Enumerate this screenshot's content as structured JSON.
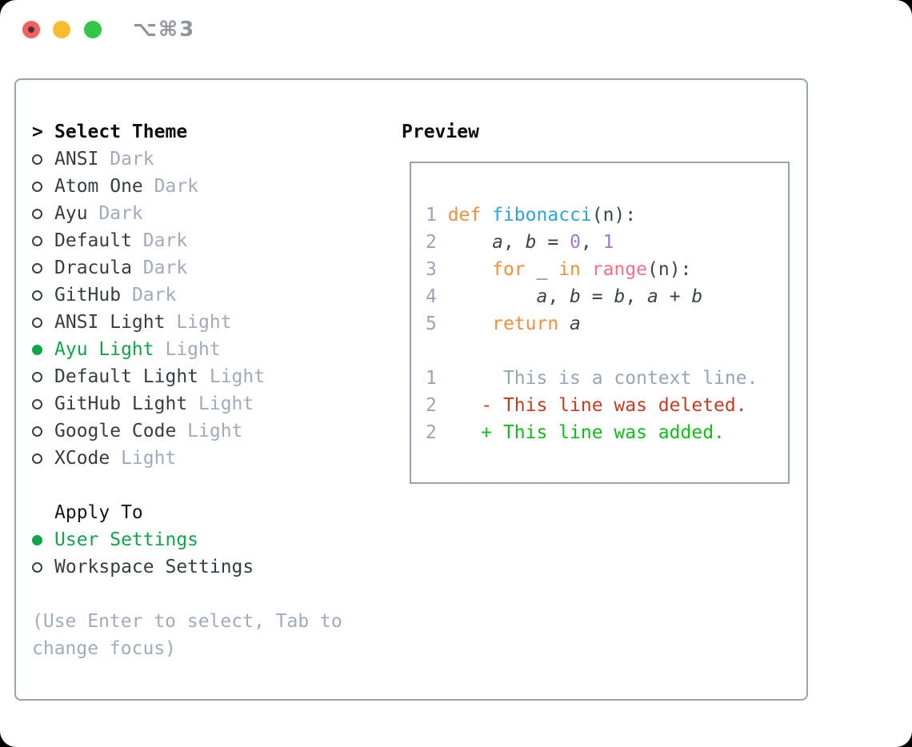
{
  "window": {
    "title": "⌥⌘3",
    "traffic_lights": [
      "close",
      "minimize",
      "zoom"
    ]
  },
  "left_panel": {
    "header": {
      "cursor": ">",
      "label": "Select Theme"
    },
    "themes": [
      {
        "name": "ANSI",
        "tag": "Dark",
        "selected": false
      },
      {
        "name": "Atom One",
        "tag": "Dark",
        "selected": false
      },
      {
        "name": "Ayu",
        "tag": "Dark",
        "selected": false
      },
      {
        "name": "Default",
        "tag": "Dark",
        "selected": false
      },
      {
        "name": "Dracula",
        "tag": "Dark",
        "selected": false
      },
      {
        "name": "GitHub",
        "tag": "Dark",
        "selected": false
      },
      {
        "name": "ANSI Light",
        "tag": "Light",
        "selected": false
      },
      {
        "name": "Ayu Light",
        "tag": "Light",
        "selected": true
      },
      {
        "name": "Default Light",
        "tag": "Light",
        "selected": false
      },
      {
        "name": "GitHub Light",
        "tag": "Light",
        "selected": false
      },
      {
        "name": "Google Code",
        "tag": "Light",
        "selected": false
      },
      {
        "name": "XCode",
        "tag": "Light",
        "selected": false
      }
    ],
    "apply_to": {
      "header": "Apply To",
      "options": [
        {
          "label": "User Settings",
          "selected": true
        },
        {
          "label": "Workspace Settings",
          "selected": false
        }
      ]
    },
    "help_text": "(Use Enter to select, Tab to change focus)"
  },
  "preview": {
    "header": "Preview",
    "code_lines": [
      {
        "num": "1",
        "tokens": [
          {
            "t": "def",
            "c": "kw"
          },
          {
            "t": " ",
            "c": "txt"
          },
          {
            "t": "fibonacci",
            "c": "fn"
          },
          {
            "t": "(n):",
            "c": "txt"
          }
        ]
      },
      {
        "num": "2",
        "tokens": [
          {
            "t": "    ",
            "c": "txt"
          },
          {
            "t": "a",
            "c": "var"
          },
          {
            "t": ", ",
            "c": "txt"
          },
          {
            "t": "b",
            "c": "var"
          },
          {
            "t": " = ",
            "c": "txt"
          },
          {
            "t": "0",
            "c": "num"
          },
          {
            "t": ", ",
            "c": "txt"
          },
          {
            "t": "1",
            "c": "num"
          }
        ]
      },
      {
        "num": "3",
        "tokens": [
          {
            "t": "    ",
            "c": "txt"
          },
          {
            "t": "for",
            "c": "kw"
          },
          {
            "t": " _ ",
            "c": "txt"
          },
          {
            "t": "in",
            "c": "kw"
          },
          {
            "t": " ",
            "c": "txt"
          },
          {
            "t": "range",
            "c": "builtin"
          },
          {
            "t": "(n):",
            "c": "txt"
          }
        ]
      },
      {
        "num": "4",
        "tokens": [
          {
            "t": "        ",
            "c": "txt"
          },
          {
            "t": "a",
            "c": "var"
          },
          {
            "t": ", ",
            "c": "txt"
          },
          {
            "t": "b",
            "c": "var"
          },
          {
            "t": " = ",
            "c": "txt"
          },
          {
            "t": "b",
            "c": "var"
          },
          {
            "t": ", ",
            "c": "txt"
          },
          {
            "t": "a",
            "c": "var"
          },
          {
            "t": " + ",
            "c": "txt"
          },
          {
            "t": "b",
            "c": "var"
          }
        ]
      },
      {
        "num": "5",
        "tokens": [
          {
            "t": "    ",
            "c": "txt"
          },
          {
            "t": "return",
            "c": "kw"
          },
          {
            "t": " ",
            "c": "txt"
          },
          {
            "t": "a",
            "c": "var"
          }
        ]
      },
      {
        "num": "",
        "tokens": []
      },
      {
        "num": "1",
        "tokens": [
          {
            "t": "     This is a context line.",
            "c": "ctx"
          }
        ]
      },
      {
        "num": "2",
        "tokens": [
          {
            "t": "   - This line was deleted.",
            "c": "del"
          }
        ]
      },
      {
        "num": "2",
        "tokens": [
          {
            "t": "   + This line was added.",
            "c": "add"
          }
        ]
      }
    ]
  },
  "colors": {
    "accent_green": "#12a44a",
    "diff_added_green": "#0fbe16",
    "diff_removed_red": "#c93b20",
    "syntax_keyword_orange": "#fa8d3e",
    "syntax_function_blue": "#2fa2e4",
    "syntax_builtin_coral": "#f47183",
    "syntax_number_purple": "#a37acc",
    "muted_gray": "#a2abb8",
    "line_number_gray": "#9aa5b1",
    "text_dark": "#383d44",
    "border_gray": "#9aa2ad",
    "traffic_red": "#f4615a",
    "traffic_yellow": "#f7bd2f",
    "traffic_green": "#33c748"
  }
}
